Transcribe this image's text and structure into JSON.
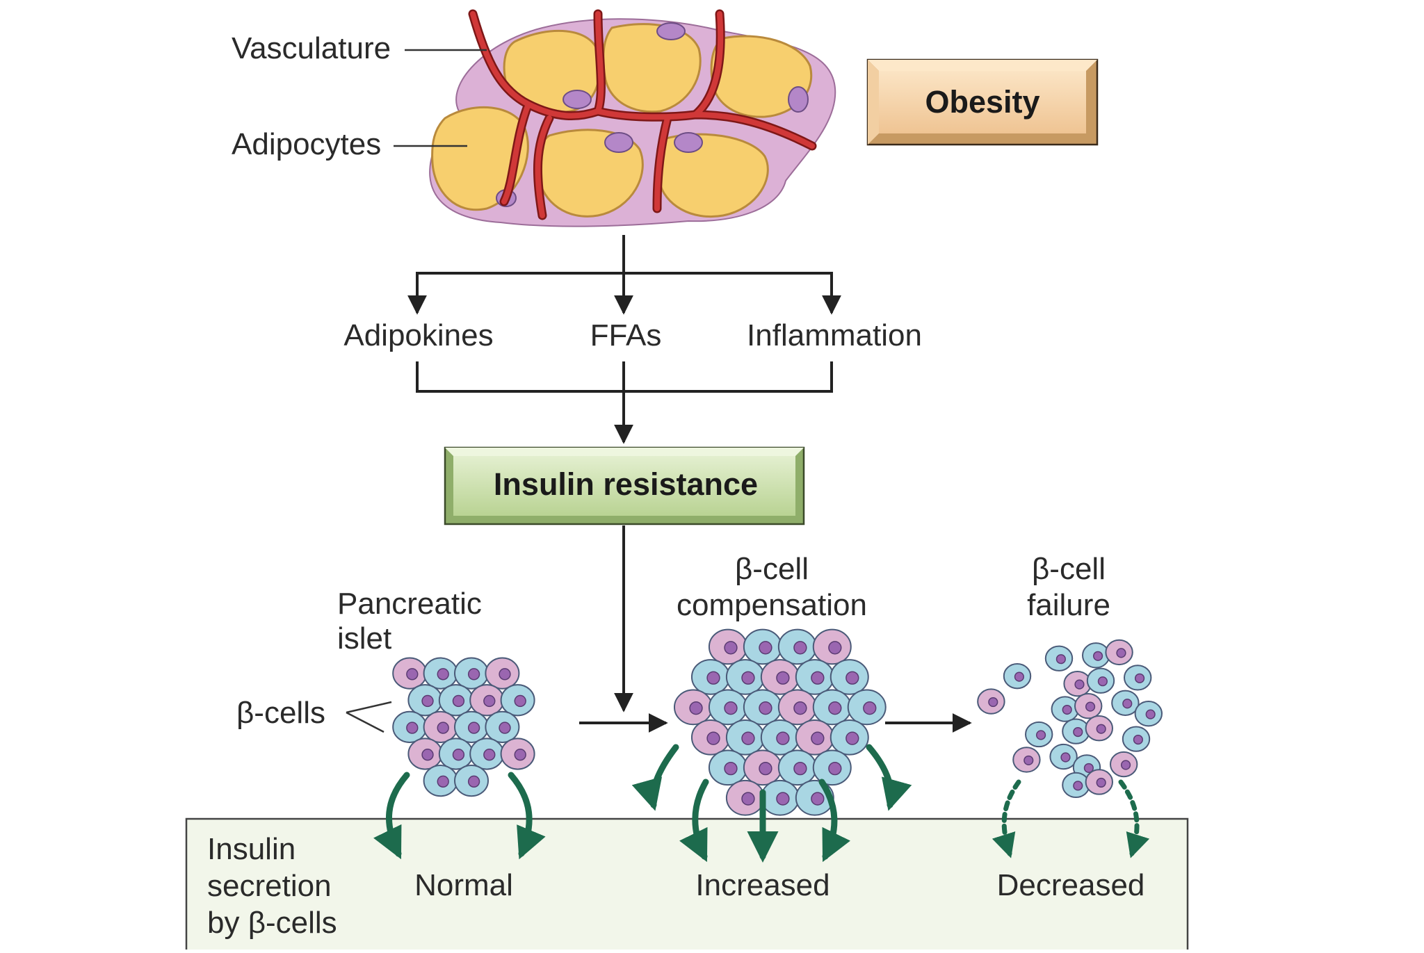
{
  "labels": {
    "vasculature": "Vasculature",
    "adipocytes": "Adipocytes",
    "obesity": "Obesity",
    "adipokines": "Adipokines",
    "ffas": "FFAs",
    "inflammation": "Inflammation",
    "insulin_resistance": "Insulin resistance",
    "pancreatic_islet_line1": "Pancreatic",
    "pancreatic_islet_line2": "islet",
    "beta_cells": "β-cells",
    "compensation_line1": "β-cell",
    "compensation_line2": "compensation",
    "failure_line1": "β-cell",
    "failure_line2": "failure",
    "secretion_line1": "Insulin",
    "secretion_line2": "secretion",
    "secretion_line3": "by β-cells",
    "normal": "Normal",
    "increased": "Increased",
    "decreased": "Decreased"
  },
  "colors": {
    "adipocyte_fill": "#f7cf6e",
    "adipocyte_outline": "#b98a3c",
    "interstitial_pink": "#dcb1d6",
    "vessel_red": "#c42a2a",
    "obesity_box": "#f4d3a9",
    "insulin_box": "#cfe2b1",
    "beta_cell_blue": "#a9d6e3",
    "beta_cell_pink": "#dcb3d2",
    "nucleus_purple": "#9a66b0",
    "secretion_arrow": "#1d6b4d",
    "secretion_panel": "#f2f6ea"
  }
}
